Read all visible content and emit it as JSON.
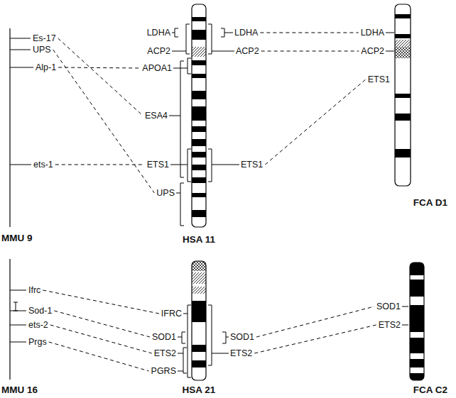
{
  "diagram": {
    "nodes": [
      {
        "text": [
          "MMU 9"
        ]
      },
      {
        "text": [
          "HSA 11"
        ]
      },
      {
        "text": [
          "FCA D1"
        ]
      },
      {
        "text": [
          "MMU 16"
        ]
      },
      {
        "text": [
          "HSA 21"
        ]
      },
      {
        "text": [
          "FCA C2"
        ]
      }
    ],
    "labels": [
      "Es-17",
      "UPS",
      "Alp-1",
      "ets-1",
      "LDHA",
      "ACP2",
      "APOA1",
      "ESA4",
      "ETS1",
      "UPS",
      "LDHA",
      "ACP2",
      "ETS1",
      "LDHA",
      "ACP2",
      "ETS1",
      "Ifrc",
      "Sod-1",
      "ets-2",
      "Prgs",
      "IFRC",
      "SOD1",
      "ETS2",
      "PGRS",
      "SOD1",
      "ETS2",
      "SOD1",
      "ETS2"
    ]
  }
}
